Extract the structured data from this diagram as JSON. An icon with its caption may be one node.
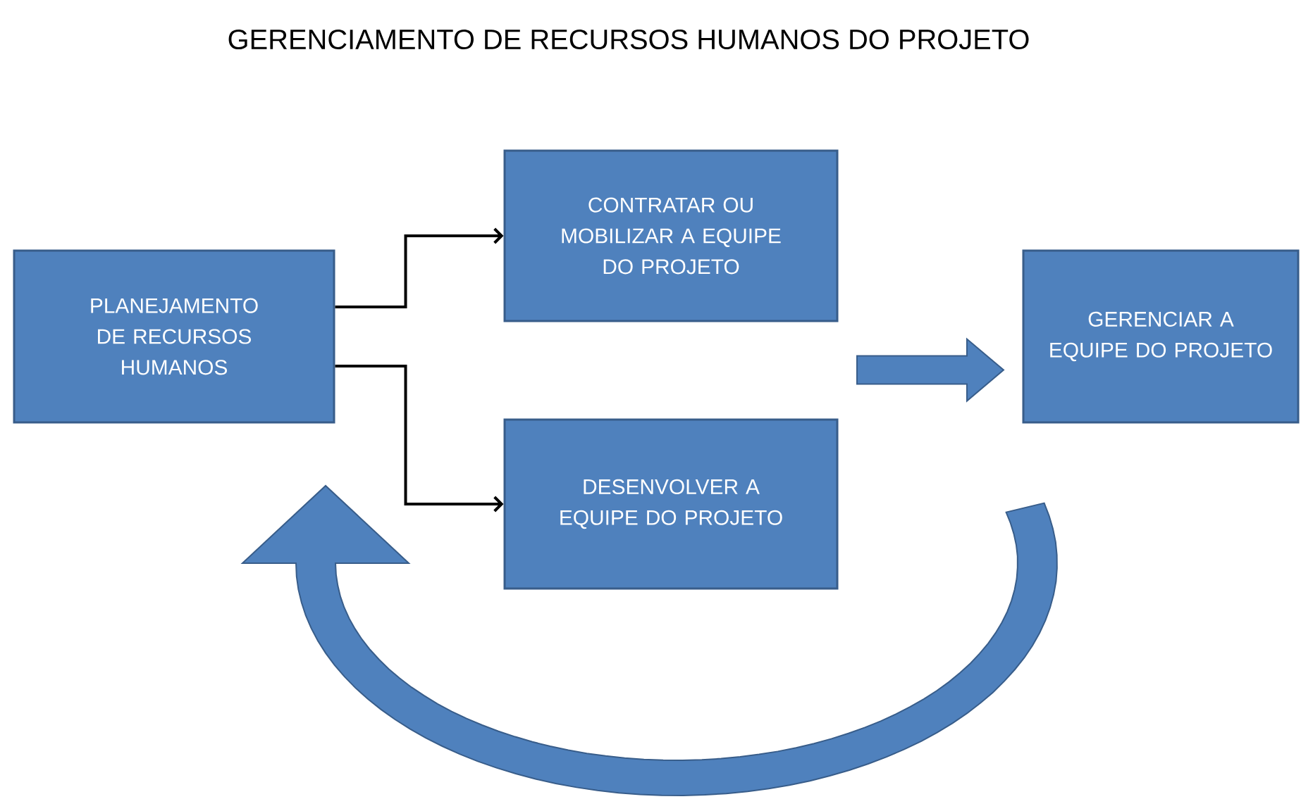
{
  "diagram": {
    "title": "GERENCIAMENTO DE RECURSOS HUMANOS DO PROJETO",
    "nodes": [
      {
        "text": [
          "PLANEJAMENTO DE RECURSOS HUMANOS"
        ]
      },
      {
        "text": [
          "CONTRATAR OU MOBILIZAR A EQUIPE DO PROJETO"
        ]
      },
      {
        "text": [
          "DESENVOLVER A EQUIPE DO PROJETO"
        ]
      },
      {
        "text": [
          "GERENCIAR A EQUIPE DO PROJETO"
        ]
      }
    ],
    "edges": [
      {
        "from": 0,
        "to": 1,
        "arrow": "to"
      },
      {
        "from": 0,
        "to": 2,
        "arrow": "to"
      },
      {
        "from": 1,
        "to": 3,
        "arrow": "to",
        "style": "thick",
        "color": "#4f81bd"
      },
      {
        "from": 2,
        "to": 3,
        "arrow": "to",
        "style": "thick",
        "color": "#4f81bd"
      },
      {
        "from": 3,
        "to": 0,
        "arrow": "to",
        "style": "thick",
        "color": "#4f81bd"
      }
    ]
  }
}
